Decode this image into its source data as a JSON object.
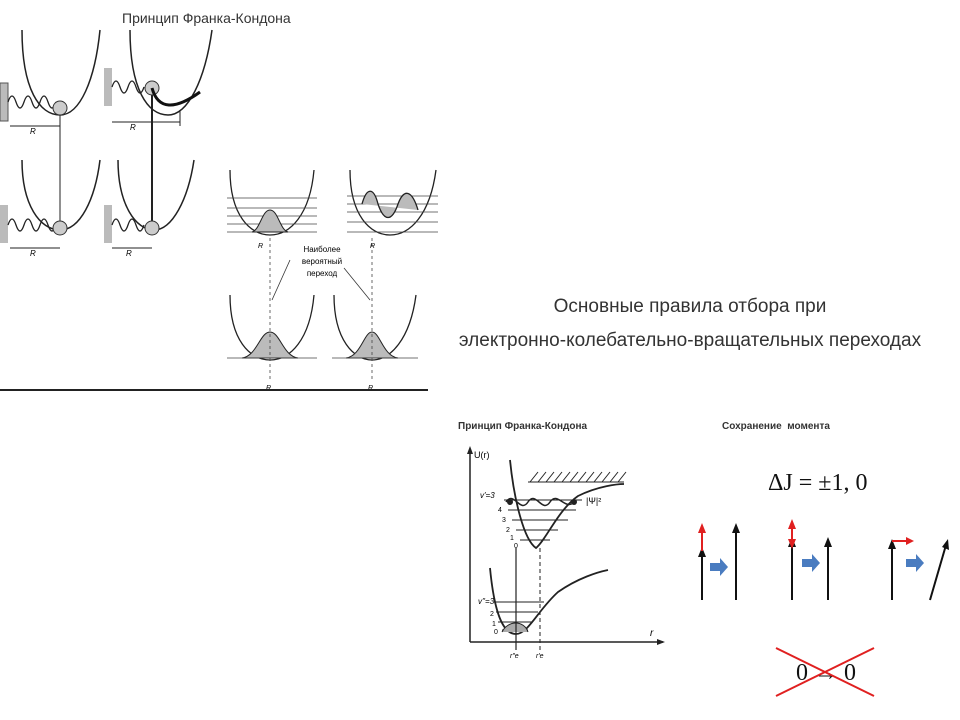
{
  "slide": {
    "top_left_title": "Принцип Франка-Кондона",
    "center_title_line1": "Основные правила отбора при",
    "center_title_line2": "электронно-колебательно-вращательных переходах",
    "top_left_panel": {
      "r_label_1": "R",
      "r_label_2": "R",
      "r_label_3": "R",
      "r_label_4": "R"
    },
    "probable_transition": {
      "note_line1": "Наиболее",
      "note_line2": "вероятный",
      "note_line3": "переход",
      "r_label_top_left": "R",
      "r_label_top_right": "R",
      "r_label_bottom_left": "R",
      "r_label_bottom_right": "R"
    },
    "franck_condon_panel": {
      "title": "Принцип Франка-Кондона",
      "y_axis_label": "U(r)",
      "x_axis_label": "r",
      "upper_levels_label": "v'=3",
      "upper_level_4": "4",
      "upper_level_3": "3",
      "upper_level_2": "2",
      "upper_level_1": "1",
      "upper_level_0": "0",
      "psi_label": "|Ψ|²",
      "lower_levels_label": "v''=3",
      "lower_level_2": "2",
      "lower_level_1": "1",
      "lower_level_0": "0",
      "r_lower": "r″e",
      "r_upper": "r′e"
    },
    "momentum_panel": {
      "title": "Сохранение  момента",
      "selection_rule": "ΔJ = ±1, 0",
      "forbidden_rule": "0 → 0"
    },
    "colors": {
      "line": "#222222",
      "red": "#e02020",
      "arrow_blue": "#4a7cc0",
      "hatch": "#9a9a9a"
    }
  }
}
